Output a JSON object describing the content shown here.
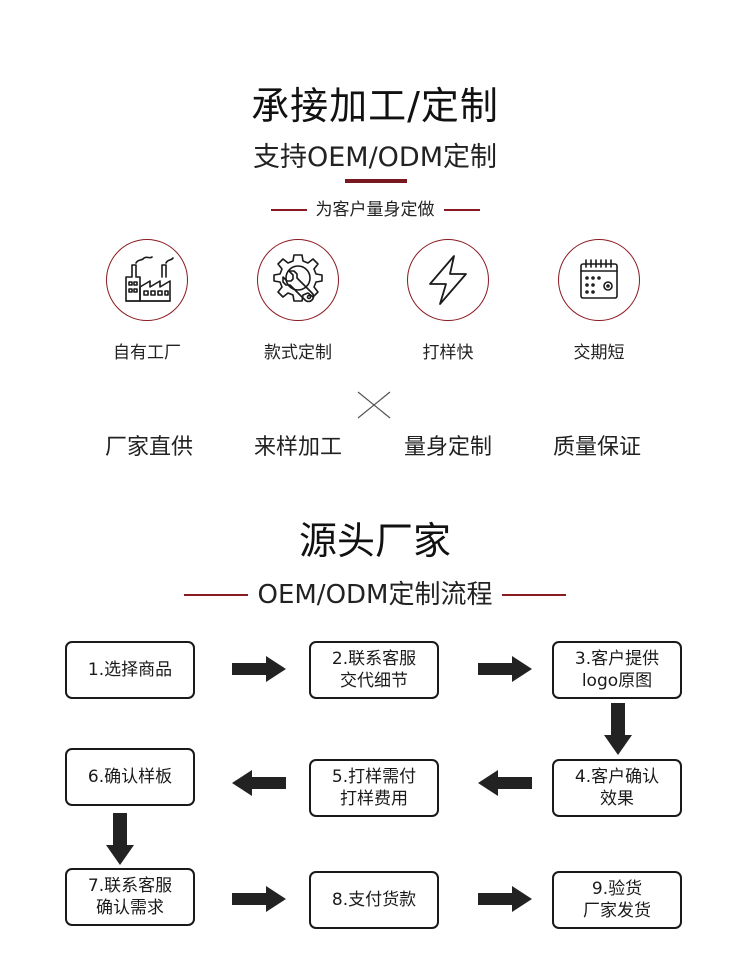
{
  "header": {
    "title": "承接加工/定制",
    "subtitle": "支持OEM/ODM定制",
    "tagline": "为客户量身定做",
    "accent_color": "#8a1a22"
  },
  "features": [
    {
      "label": "自有工厂",
      "icon": "factory-icon"
    },
    {
      "label": "款式定制",
      "icon": "gear-wrench-icon"
    },
    {
      "label": "打样快",
      "icon": "lightning-icon"
    },
    {
      "label": "交期短",
      "icon": "calendar-icon"
    }
  ],
  "highlights": [
    "厂家直供",
    "来样加工",
    "量身定制",
    "质量保证"
  ],
  "source": {
    "title": "源头厂家",
    "process_title": "OEM/ODM定制流程"
  },
  "steps": [
    {
      "line1": "1.选择商品",
      "line2": ""
    },
    {
      "line1": "2.联系客服",
      "line2": "交代细节"
    },
    {
      "line1": "3.客户提供",
      "line2": "logo原图"
    },
    {
      "line1": "4.客户确认",
      "line2": "效果"
    },
    {
      "line1": "5.打样需付",
      "line2": "打样费用"
    },
    {
      "line1": "6.确认样板",
      "line2": ""
    },
    {
      "line1": "7.联系客服",
      "line2": "确认需求"
    },
    {
      "line1": "8.支付货款",
      "line2": ""
    },
    {
      "line1": "9.验货",
      "line2": "厂家发货"
    }
  ]
}
